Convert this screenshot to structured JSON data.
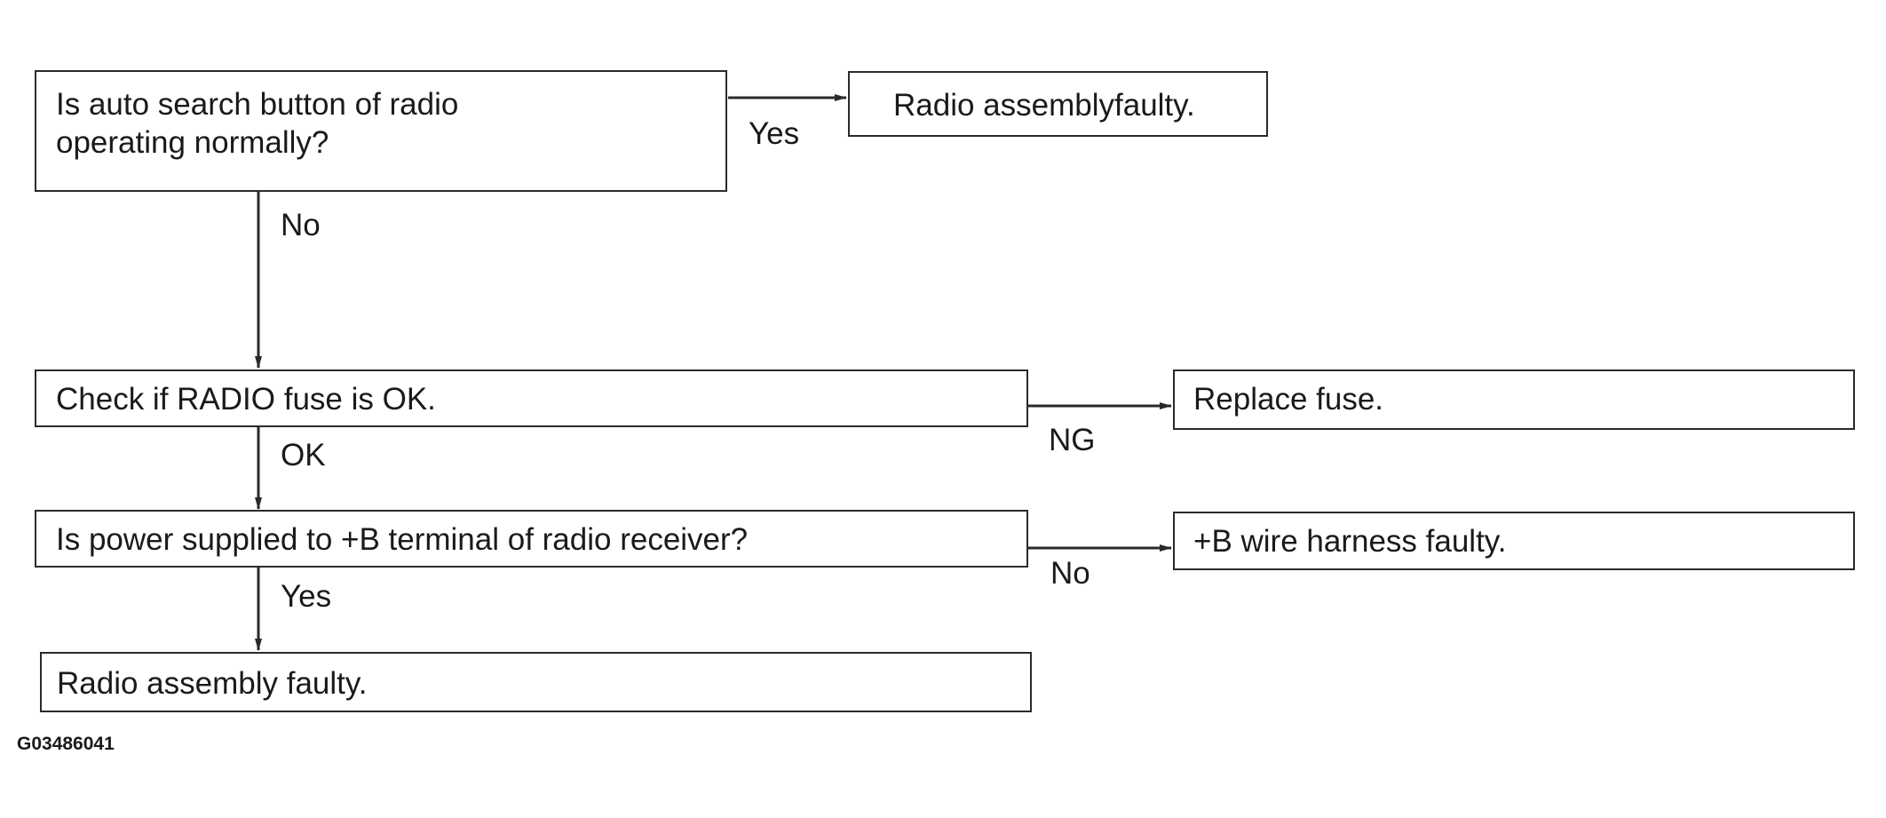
{
  "nodes": {
    "q_auto_search": {
      "line1": "Is auto search button of radio",
      "line2": "operating normally?"
    },
    "r_radio_faulty_top": "Radio assemblyfaulty.",
    "q_radio_fuse": "Check if RADIO fuse is OK.",
    "r_replace_fuse": "Replace fuse.",
    "q_power_supply": "Is power supplied to +B terminal of radio receiver?",
    "r_wire_harness": "+B wire harness faulty.",
    "r_radio_faulty_bottom": "Radio assembly faulty."
  },
  "edge_labels": {
    "auto_search_yes": "Yes",
    "auto_search_no": "No",
    "fuse_ng": "NG",
    "fuse_ok": "OK",
    "power_no": "No",
    "power_yes": "Yes"
  },
  "figure_id": "G03486041"
}
